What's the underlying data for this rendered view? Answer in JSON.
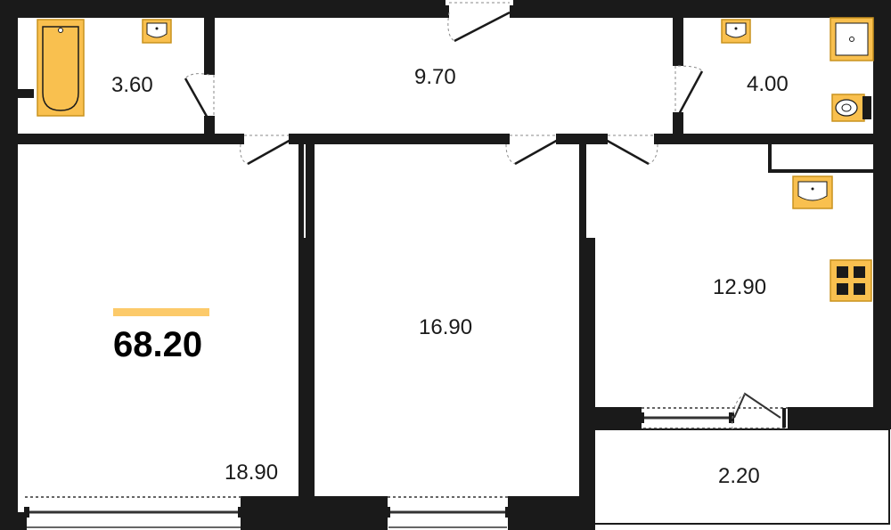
{
  "plan": {
    "total_area": "68.20",
    "rooms": [
      {
        "id": "bathroom",
        "area": "3.60"
      },
      {
        "id": "hallway",
        "area": "9.70"
      },
      {
        "id": "toilet",
        "area": "4.00"
      },
      {
        "id": "living-room",
        "area": "18.90"
      },
      {
        "id": "bedroom",
        "area": "16.90"
      },
      {
        "id": "kitchen",
        "area": "12.90"
      },
      {
        "id": "balcony",
        "area": "2.20"
      }
    ]
  },
  "colors": {
    "wall": "#1a1a1a",
    "fixture_fill": "#f9c04f",
    "fixture_stroke": "#c9921f",
    "accent_bar": "#fcca6a",
    "door_line": "#8a8a8a"
  }
}
